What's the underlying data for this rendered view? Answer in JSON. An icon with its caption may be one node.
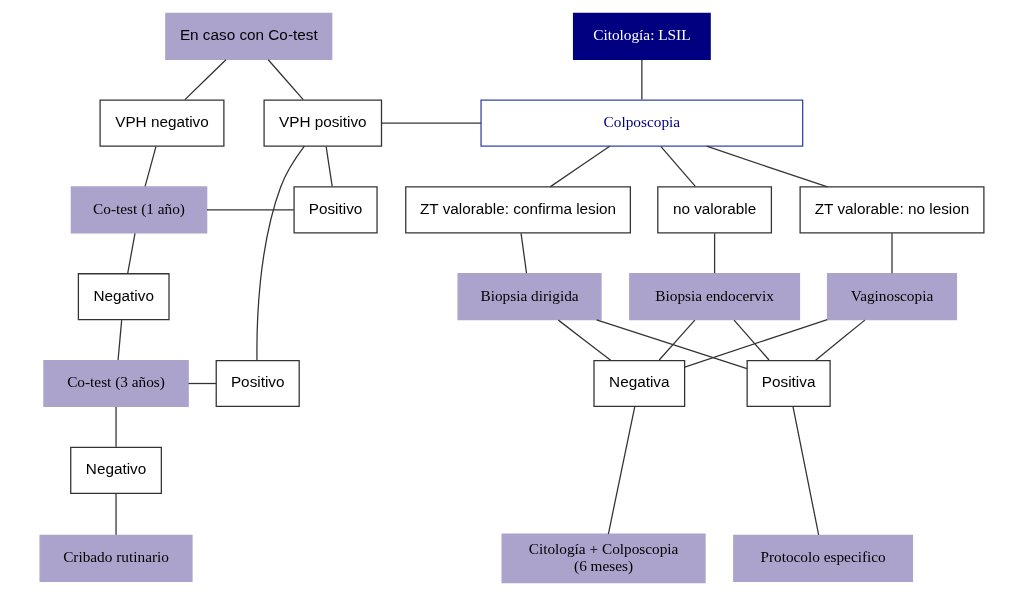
{
  "diagram": {
    "nodes": [
      {
        "text": [
          "Citología: LSIL"
        ]
      },
      {
        "text": [
          "En caso con Co-test"
        ]
      },
      {
        "text": [
          "Colposcopia"
        ]
      },
      {
        "text": [
          "VPH positivo"
        ]
      },
      {
        "text": [
          "VPH negativo"
        ]
      },
      {
        "text": [
          "no valorable"
        ]
      },
      {
        "text": [
          "ZT valorable: no lesion"
        ]
      },
      {
        "text": [
          "ZT valorable: confirma lesion"
        ]
      },
      {
        "text": [
          "Positivo"
        ]
      },
      {
        "text": [
          "Co-test (1 año)"
        ]
      },
      {
        "text": [
          "Biopsia endocervix"
        ]
      },
      {
        "text": [
          "Vaginoscopia"
        ]
      },
      {
        "text": [
          "Biopsia dirigida"
        ]
      },
      {
        "text": [
          "Negativo"
        ]
      },
      {
        "text": [
          "Negativa"
        ]
      },
      {
        "text": [
          "Positiva"
        ]
      },
      {
        "text": [
          "Positivo"
        ]
      },
      {
        "text": [
          "Co-test (3 años)"
        ]
      },
      {
        "text": [
          "Negativo"
        ]
      },
      {
        "text": [
          "Citología + Colposcopia",
          "(6 meses)"
        ]
      },
      {
        "text": [
          "Protocolo especifico"
        ]
      },
      {
        "text": [
          "Cribado rutinario"
        ]
      }
    ],
    "edges": [
      {
        "from": 0,
        "to": 2,
        "arrow": "none"
      },
      {
        "from": 1,
        "to": 3,
        "arrow": "none"
      },
      {
        "from": 1,
        "to": 4,
        "arrow": "none"
      },
      {
        "from": 3,
        "to": 2,
        "arrow": "none"
      },
      {
        "from": 2,
        "to": 5,
        "arrow": "none"
      },
      {
        "from": 2,
        "to": 6,
        "arrow": "none"
      },
      {
        "from": 2,
        "to": 7,
        "arrow": "none"
      },
      {
        "from": 4,
        "to": 9,
        "arrow": "none"
      },
      {
        "from": 9,
        "to": 8,
        "arrow": "none"
      },
      {
        "from": 8,
        "to": 3,
        "arrow": "none"
      },
      {
        "from": 5,
        "to": 10,
        "arrow": "none"
      },
      {
        "from": 6,
        "to": 11,
        "arrow": "none"
      },
      {
        "from": 7,
        "to": 12,
        "arrow": "none"
      },
      {
        "from": 9,
        "to": 13,
        "arrow": "none"
      },
      {
        "from": 10,
        "to": 14,
        "arrow": "none"
      },
      {
        "from": 11,
        "to": 14,
        "arrow": "none"
      },
      {
        "from": 12,
        "to": 14,
        "arrow": "none"
      },
      {
        "from": 10,
        "to": 15,
        "arrow": "none"
      },
      {
        "from": 11,
        "to": 15,
        "arrow": "none"
      },
      {
        "from": 12,
        "to": 15,
        "arrow": "none"
      },
      {
        "from": 13,
        "to": 17,
        "arrow": "none"
      },
      {
        "from": 17,
        "to": 16,
        "arrow": "none"
      },
      {
        "from": 16,
        "to": 3,
        "arrow": "none"
      },
      {
        "from": 17,
        "to": 18,
        "arrow": "none"
      },
      {
        "from": 14,
        "to": 19,
        "arrow": "none"
      },
      {
        "from": 15,
        "to": 20,
        "arrow": "none"
      },
      {
        "from": 18,
        "to": 21,
        "arrow": "none"
      }
    ]
  }
}
